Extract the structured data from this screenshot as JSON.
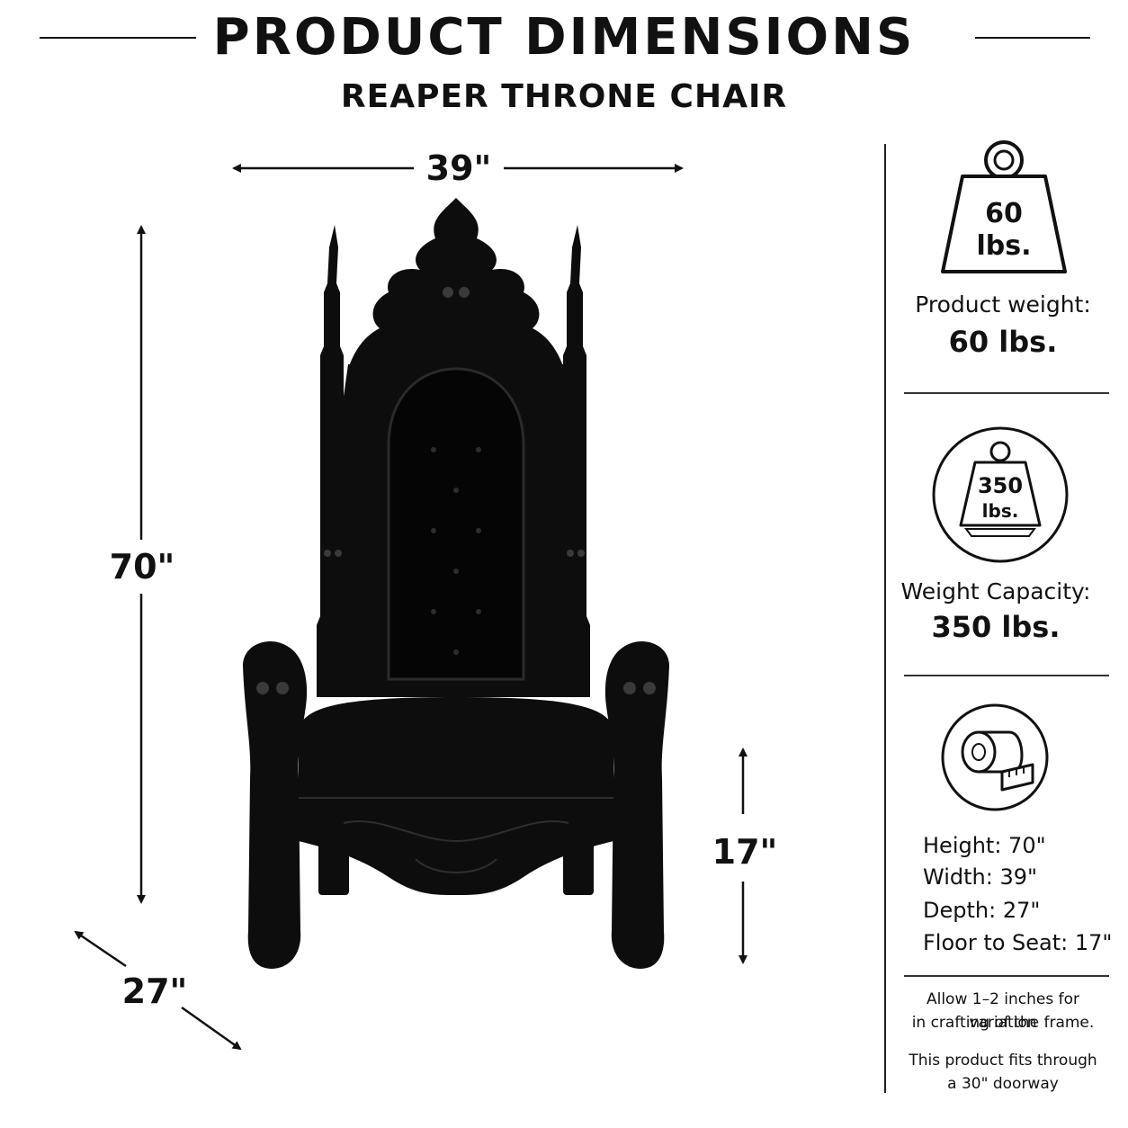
{
  "header": {
    "title": "PRODUCT DIMENSIONS",
    "subtitle": "REAPER THRONE CHAIR"
  },
  "dimensions": {
    "width": "39\"",
    "height": "70\"",
    "depth": "27\"",
    "seat": "17\""
  },
  "weight_badge": {
    "line1": "60",
    "line2": "lbs."
  },
  "product_weight": {
    "label": "Product weight:",
    "value": "60 lbs."
  },
  "capacity_badge": {
    "line1": "350",
    "line2": "lbs."
  },
  "capacity": {
    "label": "Weight Capacity:",
    "value": "350 lbs."
  },
  "specs": [
    "Height: 70\"",
    "Width: 39\"",
    "Depth: 27\"",
    "Floor to Seat: 17\""
  ],
  "notes": {
    "variation_line1": "Allow 1–2 inches for variation",
    "variation_line2": "in crafting of the frame.",
    "doorway_line1": "This product fits through",
    "doorway_line2": "a 30\" doorway"
  }
}
